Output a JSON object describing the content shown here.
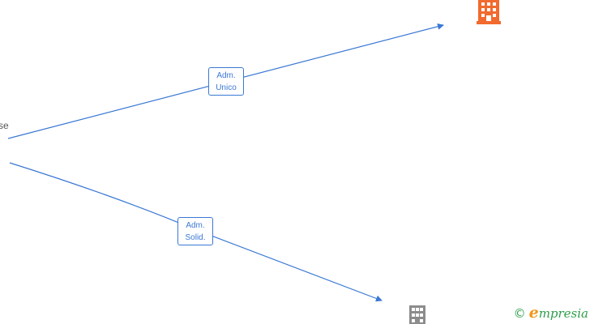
{
  "nodes": {
    "person": {
      "label_fragment": "se"
    },
    "company_top": {
      "icon": "building-icon",
      "color": "#f26a2e"
    },
    "company_bottom": {
      "icon": "building-icon",
      "color": "#8c8c8c"
    }
  },
  "edges": [
    {
      "line1": "Adm.",
      "line2": "Unico",
      "color": "#3a78d4"
    },
    {
      "line1": "Adm.",
      "line2": "Solid.",
      "color": "#3a78d4"
    }
  ],
  "footer": {
    "symbol": "©",
    "brand_initial": "e",
    "brand_rest": "mpresia"
  }
}
